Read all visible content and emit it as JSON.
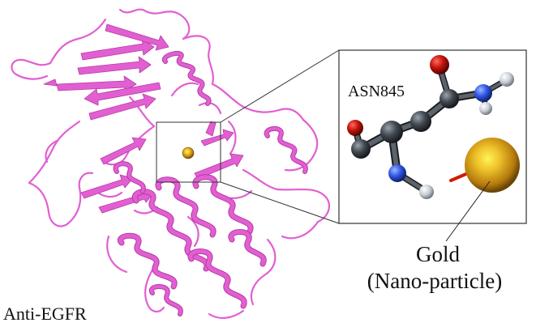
{
  "labels": {
    "residue": "ASN845",
    "gold_line1": "Gold",
    "gold_line2": "(Nano-particle)",
    "protein": "Anti-EGFR"
  },
  "colors": {
    "ribbon": "#e25fd2",
    "ribbon_dark": "#b53aa6",
    "gold": "#e2a21c",
    "carbon": "#3b3f45",
    "oxygen": "#c4120a",
    "nitrogen": "#2f58e4",
    "hydrogen": "#c9cfd6",
    "frame": "#333333"
  }
}
